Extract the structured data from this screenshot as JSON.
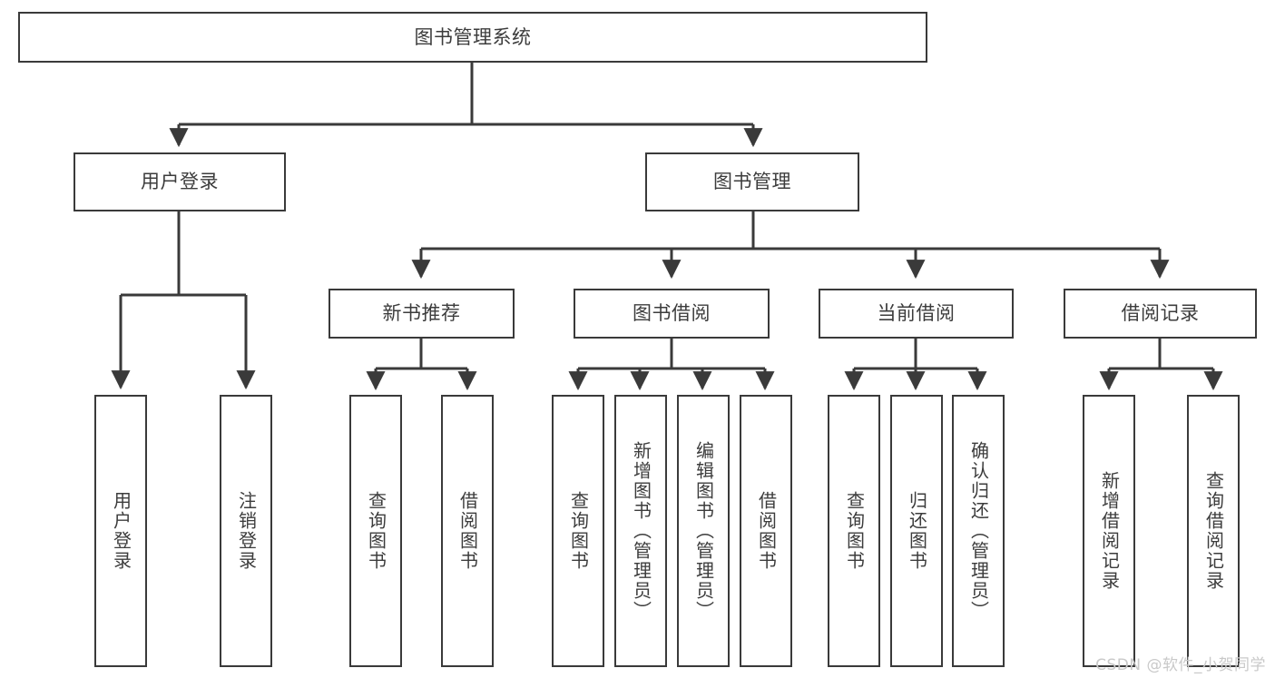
{
  "diagram": {
    "title": "图书管理系统",
    "type": "tree",
    "root": {
      "id": "root",
      "label": "图书管理系统"
    },
    "level2": [
      {
        "id": "user-login",
        "label": "用户登录"
      },
      {
        "id": "book-manage",
        "label": "图书管理"
      }
    ],
    "level3": [
      {
        "id": "new-book-rec",
        "label": "新书推荐",
        "parent": "book-manage"
      },
      {
        "id": "book-borrow",
        "label": "图书借阅",
        "parent": "book-manage"
      },
      {
        "id": "current-borrow",
        "label": "当前借阅",
        "parent": "book-manage"
      },
      {
        "id": "borrow-record",
        "label": "借阅记录",
        "parent": "book-manage"
      }
    ],
    "leaves": [
      {
        "id": "leaf-user-login",
        "label": "用户登录",
        "parent": "user-login"
      },
      {
        "id": "leaf-user-logout",
        "label": "注销登录",
        "parent": "user-login"
      },
      {
        "id": "leaf-query-book-1",
        "label": "查询图书",
        "parent": "new-book-rec"
      },
      {
        "id": "leaf-borrow-book-1",
        "label": "借阅图书",
        "parent": "new-book-rec"
      },
      {
        "id": "leaf-query-book-2",
        "label": "查询图书",
        "parent": "book-borrow"
      },
      {
        "id": "leaf-add-book",
        "label": "新增图书（管理员）",
        "parent": "book-borrow"
      },
      {
        "id": "leaf-edit-book",
        "label": "编辑图书（管理员）",
        "parent": "book-borrow"
      },
      {
        "id": "leaf-borrow-book-2",
        "label": "借阅图书",
        "parent": "book-borrow"
      },
      {
        "id": "leaf-query-book-3",
        "label": "查询图书",
        "parent": "current-borrow"
      },
      {
        "id": "leaf-return-book",
        "label": "归还图书",
        "parent": "current-borrow"
      },
      {
        "id": "leaf-confirm-return",
        "label": "确认归还（管理员）",
        "parent": "current-borrow"
      },
      {
        "id": "leaf-add-record",
        "label": "新增借阅记录",
        "parent": "borrow-record"
      },
      {
        "id": "leaf-query-record",
        "label": "查询借阅记录",
        "parent": "borrow-record"
      }
    ],
    "colors": {
      "box_border": "#3a3a3a",
      "box_fill": "#ffffff",
      "connector": "#3a3a3a",
      "text": "#3c3c3c",
      "watermark": "#c9c9c9",
      "background": "#ffffff"
    }
  },
  "watermark": {
    "text": "CSDN @软件_小贺同学"
  }
}
